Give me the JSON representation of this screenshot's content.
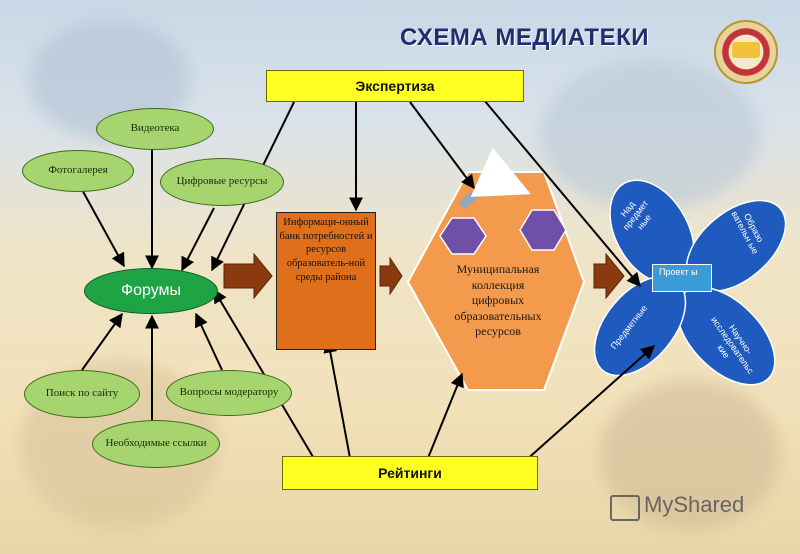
{
  "title": "СХЕМА МЕДИАТЕКИ",
  "top_bar": "Экспертиза",
  "bottom_bar": "Рейтинги",
  "left_cluster": {
    "center": "Форумы",
    "videoteka": "Видеотека",
    "photogallery": "Фотогалерея",
    "digital_resources": "Цифровые ресурсы",
    "search": "Поиск по сайту",
    "moderator": "Вопросы модератору",
    "links": "Необходимые ссылки"
  },
  "info_bank": "Информаци-онный банк потребностей и ресурсов образователь-ной среды района",
  "municipal_collection": "Муниципальная коллекция цифровых образовательных ресурсов",
  "flower": {
    "center": "Проект ы",
    "petal_top": "Над предмет ные",
    "petal_right": "Образо вательн ые",
    "petal_bottom": "Научно-исследовательс кие",
    "petal_left": "Предметные"
  },
  "watermark": "MyShared",
  "colors": {
    "bar": "#ffff22",
    "oval": "#a6d46e",
    "forum": "#1ea444",
    "bank": "#e06f1c",
    "hexagon": "#f39a4c",
    "small_hex": "#6f4fa8",
    "petal": "#1f5bbf",
    "title": "#1e2f6e"
  }
}
